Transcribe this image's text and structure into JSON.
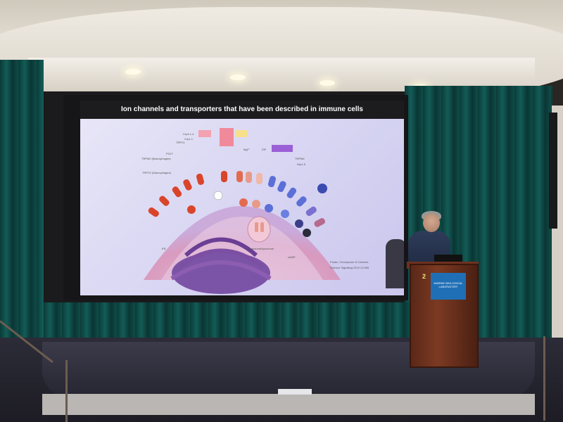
{
  "slide": {
    "title": "Ion channels and transporters that have been described in immune cells",
    "citation_line1": "Feske, Concepcion & Coetzee,",
    "citation_line2": "Science Signaling 2019 12:605",
    "labels": [
      "TRPM2 (Macrophages)",
      "TRPV2 (Macrophages)",
      "P2X7",
      "TRPV1",
      "Caᵥ3.1.4",
      "Caᵥ1.1",
      "Mg²⁺",
      "ZIP",
      "TRPM4",
      "Naᵥ1.5",
      "cAMP",
      "Endosome/lysosome",
      "ER"
    ]
  },
  "podium": {
    "sign": "MARINE BIOLOGICAL LABORATORY",
    "number": "2"
  },
  "colors": {
    "curtain": "#0f4c48",
    "slide_bg": "#dcd9f3",
    "podium": "#7c3a22",
    "sign": "#1f6fb6"
  }
}
